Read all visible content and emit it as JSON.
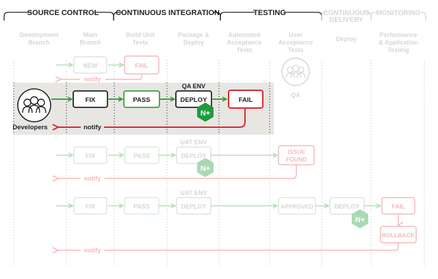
{
  "stages": {
    "source_control": "SOURCE CONTROL",
    "continuous_integration": "CONTINUOUS INTEGRATION",
    "testing": "TESTING",
    "continuous_delivery_l1": "CONTINUOUS",
    "continuous_delivery_l2": "DELIVERY",
    "monitoring": "MONITORING"
  },
  "columns": {
    "development_branch": [
      "Development",
      "Branch"
    ],
    "main_branch": [
      "Main",
      "Branch"
    ],
    "build_unit_tests": [
      "Build Unit",
      "Tests"
    ],
    "package_deploy": [
      "Package &",
      "Deploy"
    ],
    "automated_acceptance_tests": [
      "Automated",
      "Acceptance",
      "Tests"
    ],
    "user_acceptance_tests": [
      "User",
      "Acceptance",
      "Tests"
    ],
    "deploy": [
      "Deploy"
    ],
    "performance_testing": [
      "Performance",
      "& Application",
      "Testing"
    ]
  },
  "actors": {
    "developers": "Developers",
    "qa": "QA"
  },
  "labels": {
    "new": "NEW",
    "fail": "FAIL",
    "notify": "notify",
    "fix": "FIX",
    "pass": "PASS",
    "deploy": "DEPLOY",
    "qa_env": "QA ENV",
    "uat_env": "UAT ENV",
    "issue_found": [
      "ISSUE",
      "FOUND"
    ],
    "approved": "APPROVED",
    "rollback": "ROLLBACK",
    "nplus": "N+"
  },
  "colors": {
    "green": "#3aa13a",
    "green_light": "#b6e0b6",
    "red": "#e0262b",
    "red_light": "#f5b9ba",
    "dark": "#222222",
    "faint": "#d6d6d6",
    "highlight_bg": "#e7e6e3",
    "nginx_green": "#1e9a3f",
    "nginx_light": "#a9d9b3"
  }
}
